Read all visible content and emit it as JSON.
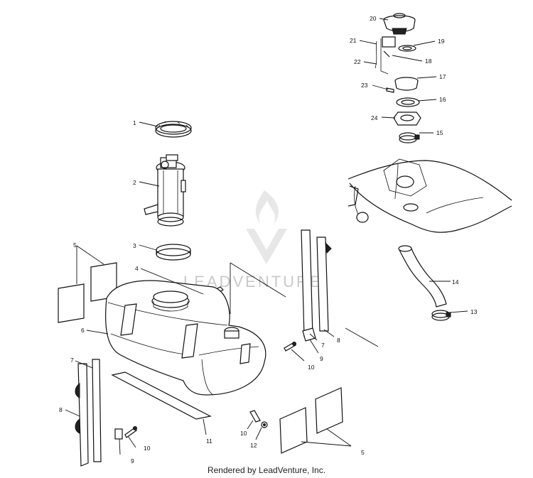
{
  "watermark": "LEADVENTURE",
  "footer": "Rendered by LeadVenture, Inc.",
  "labels": {
    "n1": "1",
    "n2": "2",
    "n3": "3",
    "n4": "4",
    "n5a": "5",
    "n5b": "5",
    "n6": "6",
    "n7a": "7",
    "n7b": "7",
    "n8a": "8",
    "n8b": "8",
    "n9a": "9",
    "n9b": "9",
    "n10a": "10",
    "n10b": "10",
    "n10c": "10",
    "n11": "11",
    "n12": "12",
    "n13": "13",
    "n14": "14",
    "n15": "15",
    "n16": "16",
    "n17": "17",
    "n18": "18",
    "n19": "19",
    "n20": "20",
    "n21": "21",
    "n22": "22",
    "n23": "23",
    "n24": "24"
  }
}
